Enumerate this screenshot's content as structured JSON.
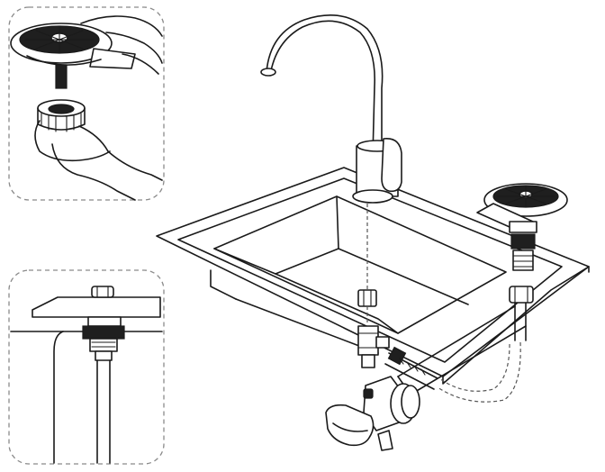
{
  "figure": {
    "domain": "installation-diagram",
    "colors": {
      "line": "#1a1a1a",
      "dark_part": "#1f1f1f",
      "panel_border": "#8a8a8a",
      "background": "#ffffff"
    },
    "parts": [
      "faucet",
      "sink",
      "glass-rinser",
      "rinser-mount-nut",
      "supply-hose",
      "angle-valve",
      "tee-connector",
      "water-pipe"
    ],
    "insets": [
      "rinser-assembly-detail",
      "rinser-countertop-section-detail"
    ]
  }
}
